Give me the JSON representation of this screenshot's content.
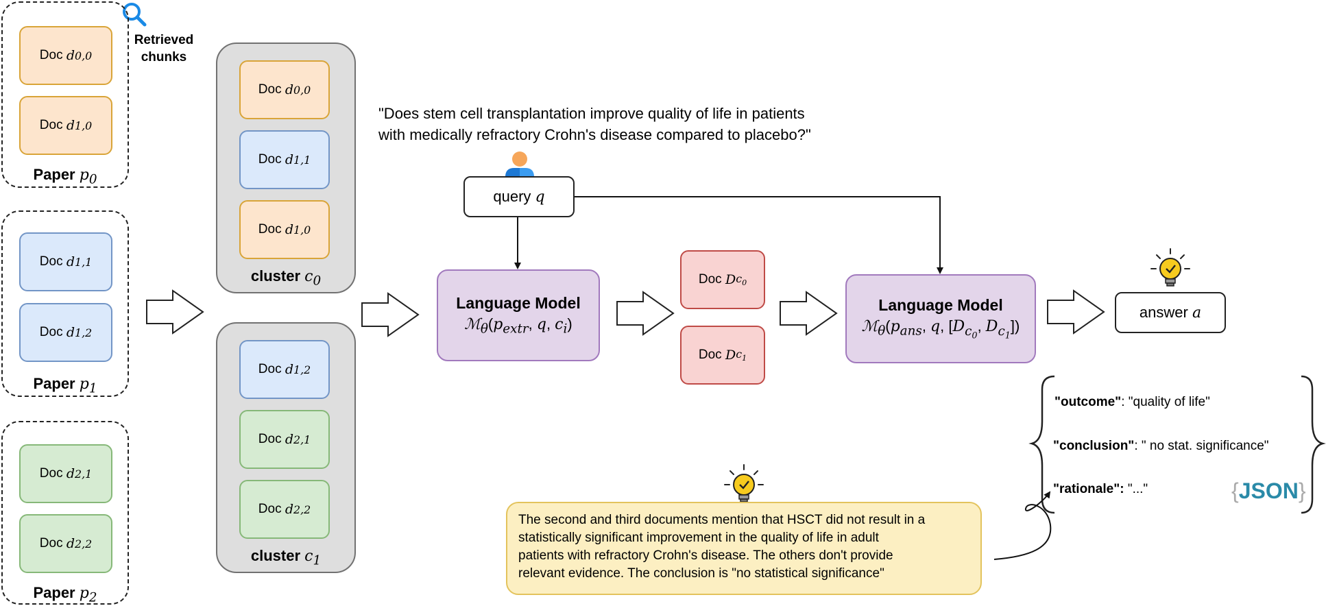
{
  "retrieved_label": [
    "Retrieved",
    "chunks"
  ],
  "papers": [
    {
      "label": "Paper",
      "sym": "p",
      "sub": "0",
      "docs": [
        {
          "text": "Doc",
          "sym": "d",
          "sub": "0,0"
        },
        {
          "text": "Doc",
          "sym": "d",
          "sub": "1,0"
        }
      ]
    },
    {
      "label": "Paper",
      "sym": "p",
      "sub": "1",
      "docs": [
        {
          "text": "Doc",
          "sym": "d",
          "sub": "1,1"
        },
        {
          "text": "Doc",
          "sym": "d",
          "sub": "1,2"
        }
      ]
    },
    {
      "label": "Paper",
      "sym": "p",
      "sub": "2",
      "docs": [
        {
          "text": "Doc",
          "sym": "d",
          "sub": "2,1"
        },
        {
          "text": "Doc",
          "sym": "d",
          "sub": "2,2"
        }
      ]
    }
  ],
  "clusters": [
    {
      "label": "cluster",
      "sym": "c",
      "sub": "0",
      "docs": [
        {
          "text": "Doc",
          "sym": "d",
          "sub": "0,0"
        },
        {
          "text": "Doc",
          "sym": "d",
          "sub": "1,1"
        },
        {
          "text": "Doc",
          "sym": "d",
          "sub": "1,0"
        }
      ]
    },
    {
      "label": "cluster",
      "sym": "c",
      "sub": "1",
      "docs": [
        {
          "text": "Doc",
          "sym": "d",
          "sub": "1,2"
        },
        {
          "text": "Doc",
          "sym": "d",
          "sub": "2,1"
        },
        {
          "text": "Doc",
          "sym": "d",
          "sub": "2,2"
        }
      ]
    }
  ],
  "question": [
    "\"Does stem cell transplantation improve quality of life in patients",
    "with medically refractory Crohn's disease compared to placebo?\""
  ],
  "query": {
    "text": "query",
    "sym": "q"
  },
  "lm1": {
    "title": "Language Model",
    "formula": {
      "M": "ℳ",
      "theta": "θ",
      "p": "p",
      "p_sub": "extr",
      "q": "q",
      "c": "c",
      "c_sub": "i"
    }
  },
  "extracted_docs": [
    {
      "text": "Doc",
      "sym": "D",
      "sub": "c",
      "subsub": "0"
    },
    {
      "text": "Doc",
      "sym": "D",
      "sub": "c",
      "subsub": "1"
    }
  ],
  "lm2": {
    "title": "Language Model",
    "formula": {
      "M": "ℳ",
      "theta": "θ",
      "p": "p",
      "p_sub": "ans",
      "q": "q",
      "D": "D",
      "c": "c",
      "c0": "0",
      "c1": "1"
    }
  },
  "answer": {
    "text": "answer",
    "sym": "a"
  },
  "json_output": {
    "lines": [
      {
        "key": "\"outcome\"",
        "value": ": \"quality of life\""
      },
      {
        "key": "\"conclusion\"",
        "value": ": \" no stat. significance\""
      },
      {
        "key": "\"rationale\":",
        "value": "  \"...\""
      }
    ],
    "badge_open": "{",
    "badge_text": "JSON",
    "badge_close": "}"
  },
  "rationale_lines": [
    "The second and third documents mention that HSCT did not result in a",
    "statistically significant improvement in the quality of life in adult",
    "patients with refractory Crohn's disease. The others don't provide",
    "relevant evidence. The conclusion is \"no statistical significance\""
  ],
  "colors": {
    "orange_fill": "#fde5cd",
    "orange_stroke": "#d9a437",
    "blue_fill": "#dbe9fb",
    "blue_stroke": "#7295c6",
    "green_fill": "#d6ebd2",
    "green_stroke": "#86b878",
    "red_fill": "#f9d3d2",
    "red_stroke": "#bf4a46",
    "lm_fill": "#e3d5ea",
    "lm_stroke": "#a179bd",
    "cluster_fill": "#dedede",
    "rationale_fill": "#fcefc2",
    "json_badge": "#2a8aa8",
    "search_icon": "#1a8ae6"
  },
  "icons": [
    "search-icon",
    "user-icon",
    "lightbulb-check-icon"
  ]
}
